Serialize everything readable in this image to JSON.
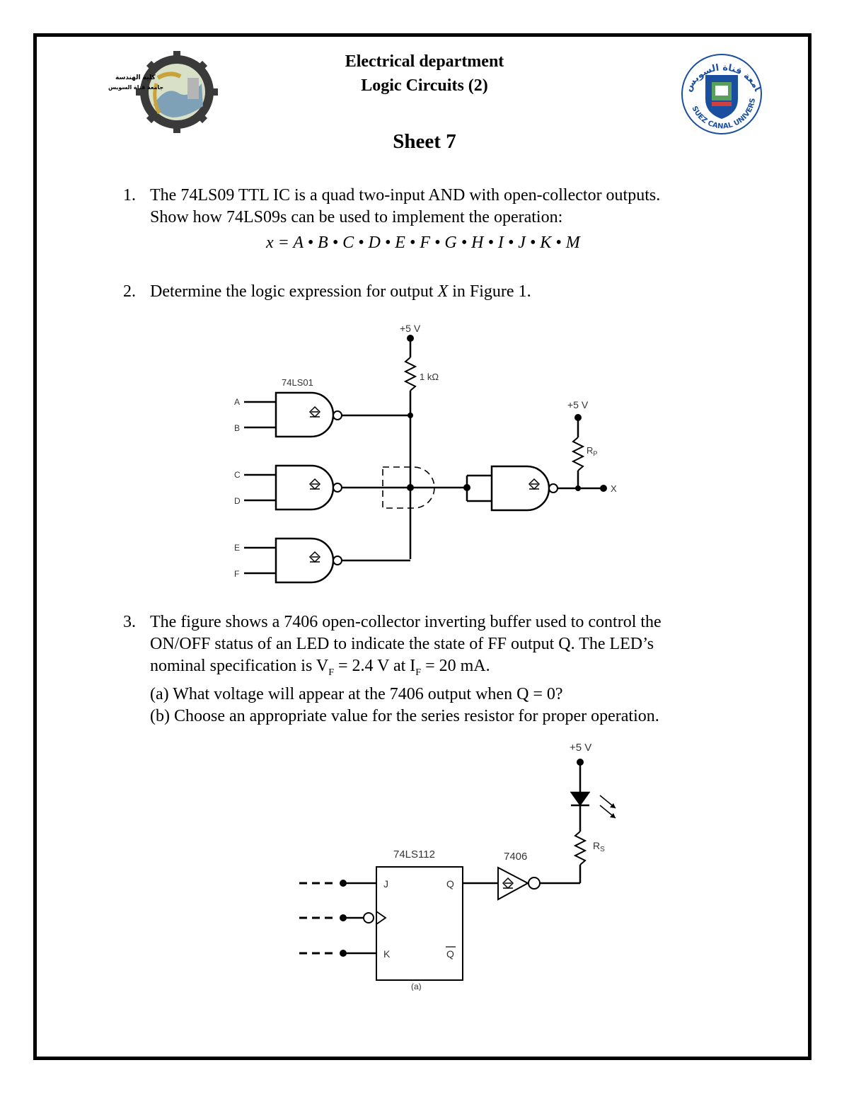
{
  "header": {
    "department": "Electrical department",
    "course": "Logic Circuits (2)",
    "sheet": "Sheet 7"
  },
  "logos": {
    "left": {
      "text_line1": "كلية الهندسة",
      "text_line2": "جامعة قناة السويس"
    },
    "right": {
      "arabic": "جامعة قناة السويس",
      "english": "SUEZ CANAL UNIVERSITY"
    }
  },
  "questions": [
    {
      "number": "1.",
      "lines": [
        "The 74LS09 TTL IC is a quad two-input AND with open-collector outputs.",
        "Show how 74LS09s can be used to implement the operation:"
      ],
      "formula": "x = A • B • C • D  • E • F • G • H • I • J • K • M"
    },
    {
      "number": "2.",
      "prefix": "Determine the logic expression for output ",
      "var": "X",
      "suffix": " in Figure 1."
    },
    {
      "number": "3.",
      "line1": "The figure shows a 7406 open-collector inverting buffer used to control the",
      "line2": "ON/OFF status of an LED to indicate the state of FF output Q. The LED’s",
      "line3_prefix": "nominal specification is V",
      "line3_sub1": "F",
      "line3_mid": " = 2.4 V at I",
      "line3_sub2": "F",
      "line3_suffix": " = 20 mA.",
      "part_a": "(a) What voltage will appear at the 7406 output when Q = 0?",
      "part_b": "(b) Choose an appropriate value for the series resistor for proper operation."
    }
  ],
  "figure1": {
    "supply_top": "+5 V",
    "resistor_label": "1 kΩ",
    "ic_label": "74LS01",
    "inputs": [
      "A",
      "B",
      "C",
      "D",
      "E",
      "F"
    ],
    "supply_right": "+5 V",
    "pullup_label": "R",
    "pullup_sub": "P",
    "output_label": "X"
  },
  "figure2": {
    "supply": "+5 V",
    "ff_label": "74LS112",
    "buffer_label": "7406",
    "resistor_label": "R",
    "resistor_sub": "S",
    "pins": {
      "j": "J",
      "k": "K",
      "q": "Q",
      "qbar": "Q"
    },
    "caption": "(a)"
  }
}
